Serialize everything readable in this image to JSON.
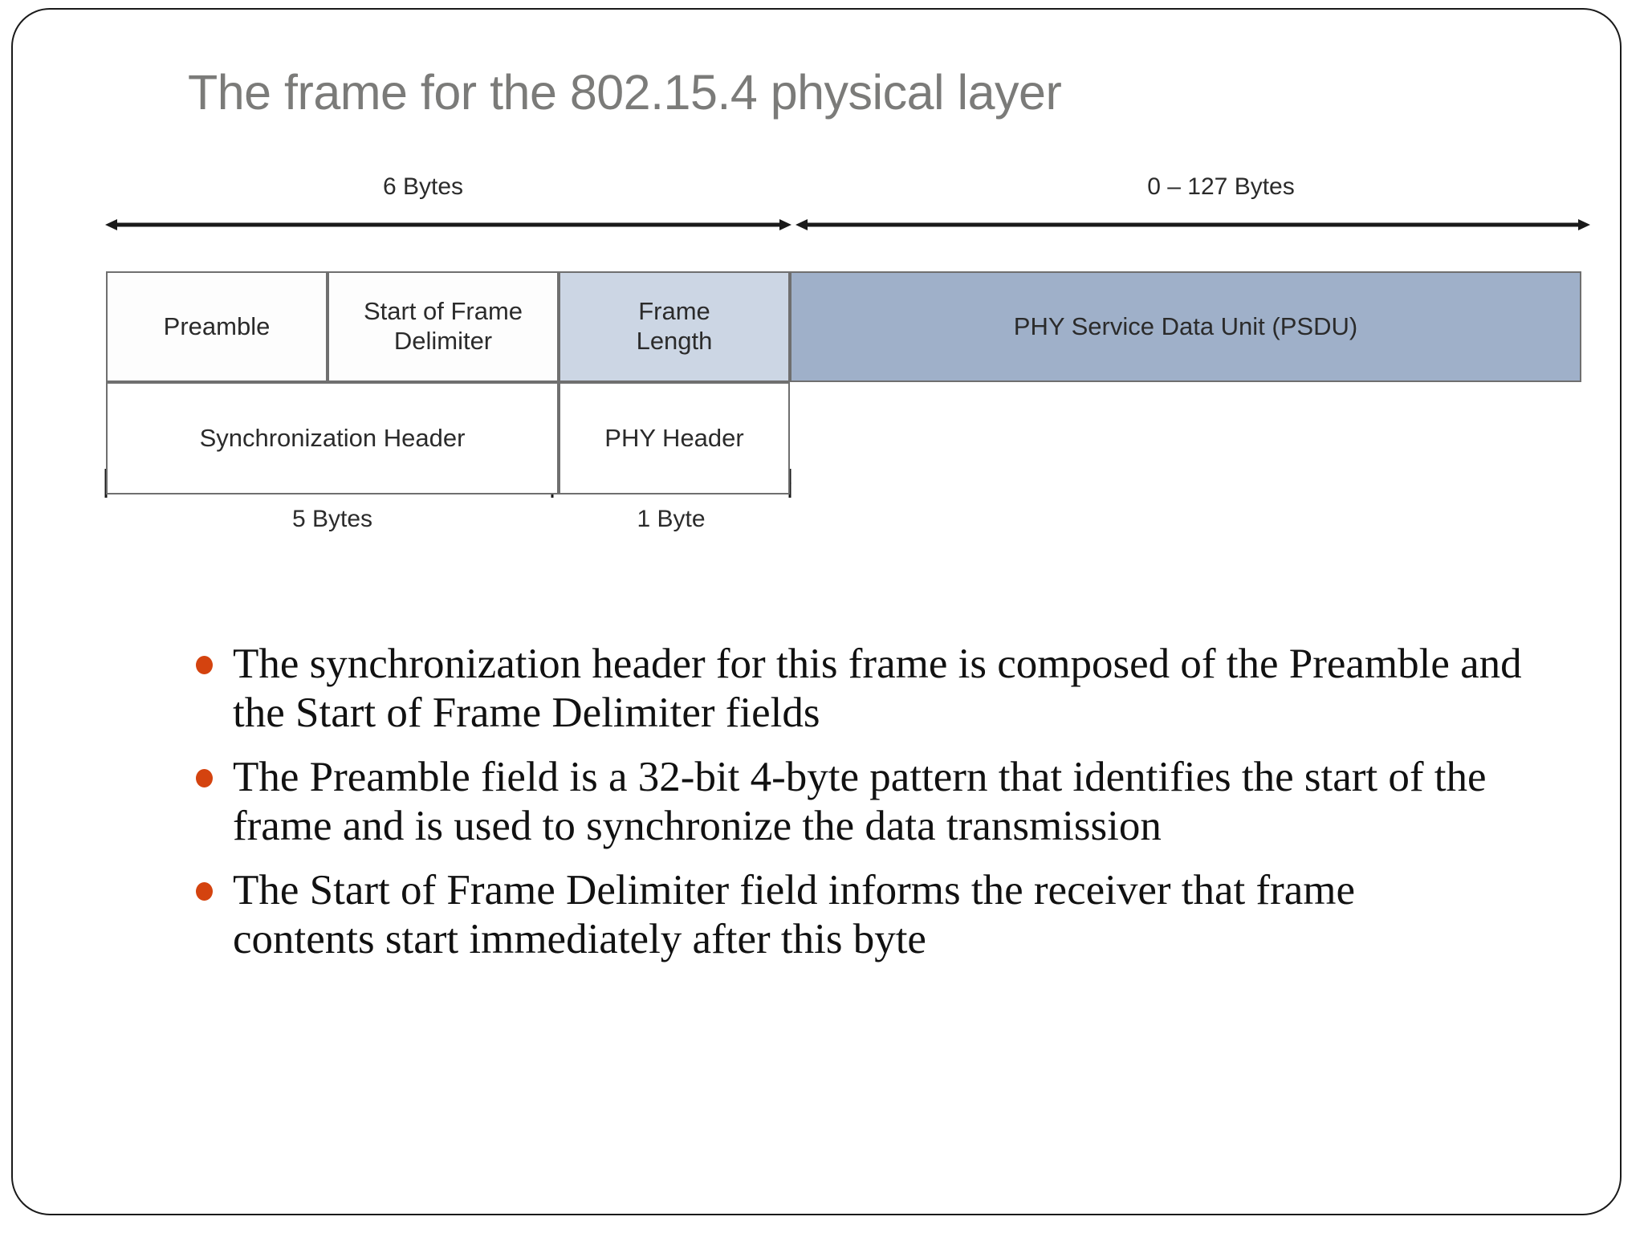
{
  "slide": {
    "title": "The frame for the 802.15.4 physical layer",
    "accent_color": "#d4430f",
    "title_color": "#7b7b79"
  },
  "diagram": {
    "top_measures": [
      {
        "label": "6 Bytes"
      },
      {
        "label": "0 – 127 Bytes"
      }
    ],
    "bottom_measures": [
      {
        "label": "5 Bytes"
      },
      {
        "label": "1 Byte"
      }
    ],
    "row1": [
      {
        "label": "Preamble",
        "fill": "#fdfdfd"
      },
      {
        "label": "Start of Frame\nDelimiter",
        "fill": "#fdfdfd"
      },
      {
        "label": "Frame\nLength",
        "fill": "#ccd6e4"
      },
      {
        "label": "PHY Service Data Unit (PSDU)",
        "fill": "#9fb0c9"
      }
    ],
    "row2": [
      {
        "label": "Synchronization Header",
        "fill": "#ffffff"
      },
      {
        "label": "PHY Header",
        "fill": "#ffffff"
      }
    ]
  },
  "bullets": [
    {
      "text": "The synchronization header for this frame is composed of the Preamble and the Start of Frame Delimiter fields"
    },
    {
      "text": "The Preamble field is a 32-bit 4-byte pattern that identifies the start of the frame and is used to synchronize the data transmission"
    },
    {
      "text": "The Start of Frame Delimiter field informs the receiver that frame\ncontents start immediately after this byte"
    }
  ]
}
